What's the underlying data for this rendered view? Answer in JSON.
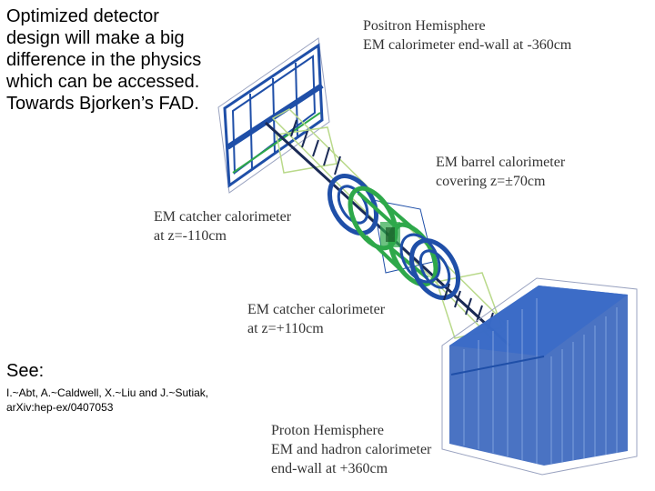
{
  "slide": {
    "main_text": "Optimized detector design will make a big difference in the physics which can be accessed. Towards Bjorken’s FAD.",
    "see_label": "See:",
    "reference": "I.~Abt, A.~Caldwell, X.~Liu and J.~Sutiak, arXiv:hep-ex/0407053"
  },
  "figure": {
    "positron": {
      "line1": "Positron Hemisphere",
      "line2": "EM calorimeter end-wall at -360cm"
    },
    "barrel": {
      "line1": "EM barrel calorimeter",
      "line2": "covering z=±70cm"
    },
    "catcher_neg": {
      "line1": "EM catcher calorimeter",
      "line2": "at z=-110cm"
    },
    "catcher_pos": {
      "line1": "EM catcher calorimeter",
      "line2": "at z=+110cm"
    },
    "proton": {
      "line1": "Proton Hemisphere",
      "line2": "EM and hadron calorimeter",
      "line3": "end-wall at +360cm"
    },
    "colors": {
      "blue": "#1f4fa8",
      "green": "#2ea84a",
      "light_green": "#b9d98a",
      "outline": "#9aa3c0"
    }
  }
}
